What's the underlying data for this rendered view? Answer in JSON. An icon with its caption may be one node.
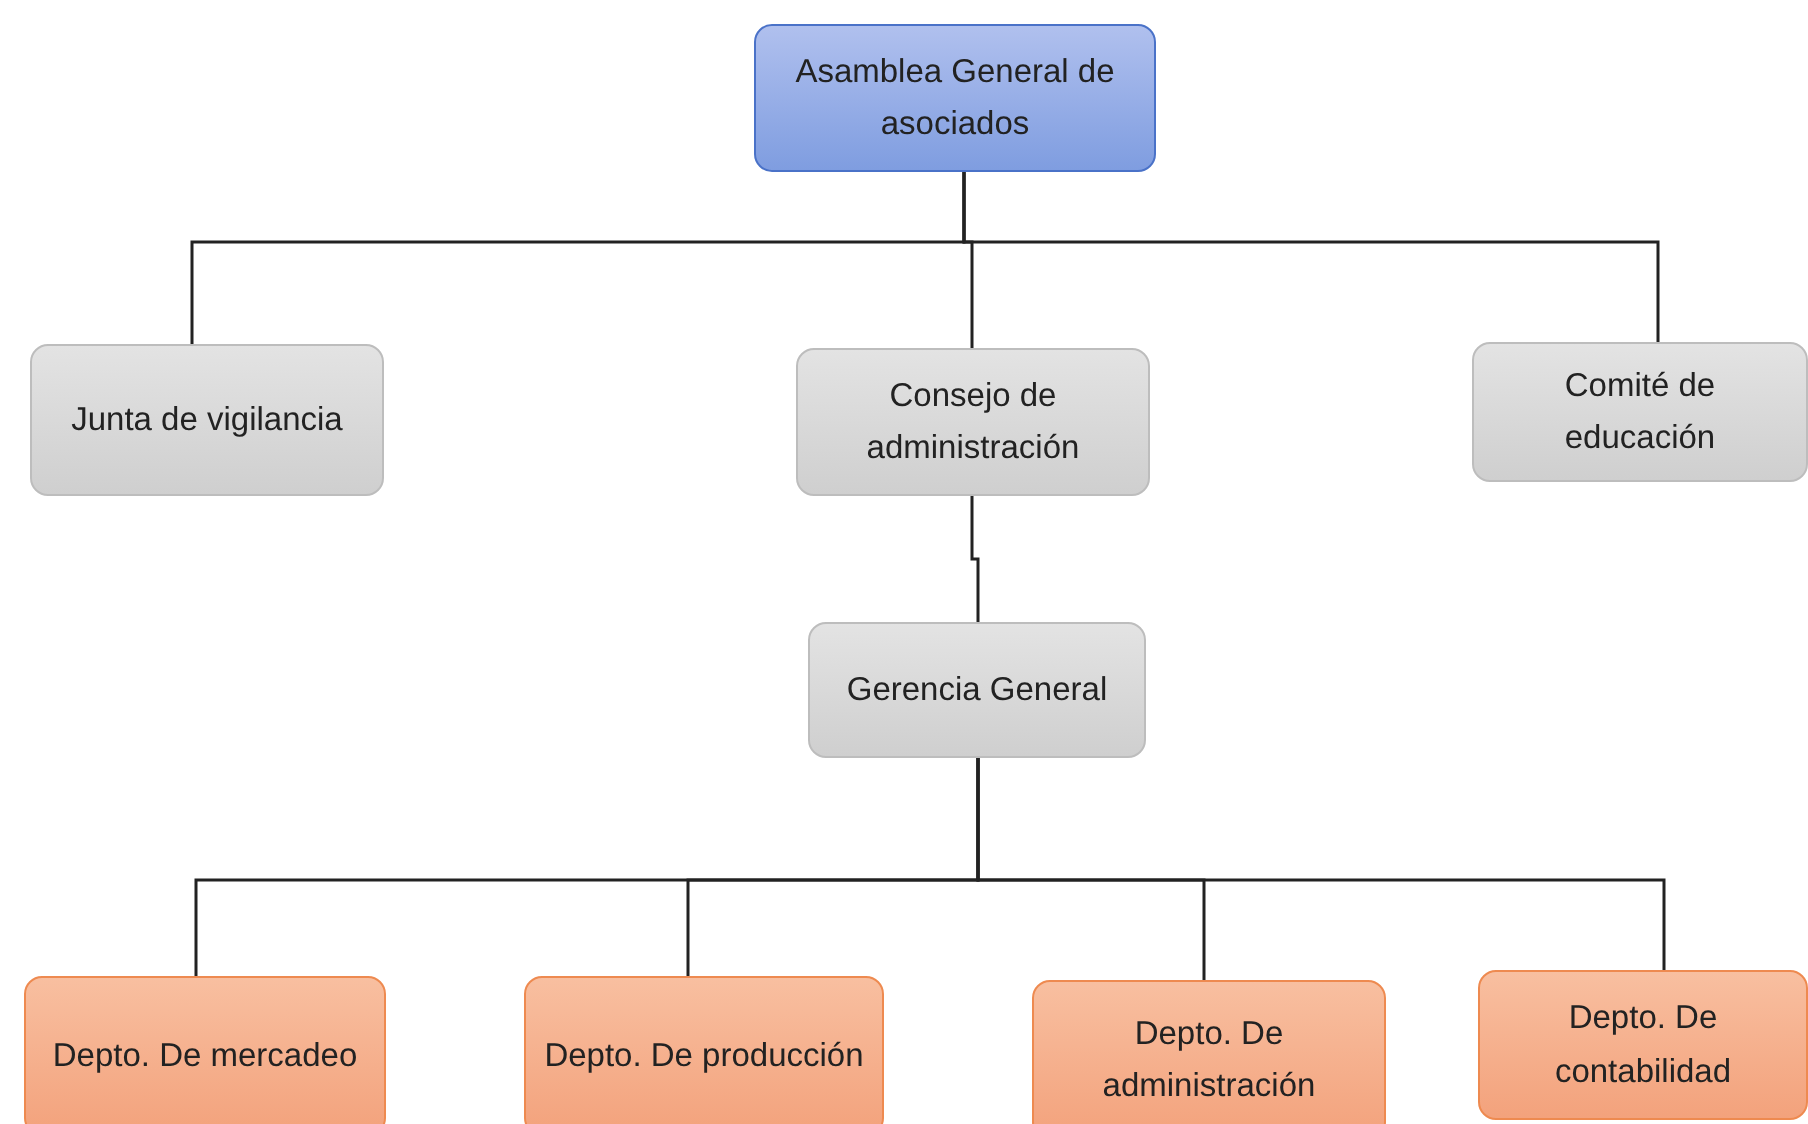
{
  "diagram": {
    "nodes": [
      {
        "text": [
          "Asamblea General de asociados"
        ]
      },
      {
        "text": [
          "Junta de vigilancia"
        ]
      },
      {
        "text": [
          "Consejo de administración"
        ]
      },
      {
        "text": [
          "Comité de educación"
        ]
      },
      {
        "text": [
          "Gerencia General"
        ]
      },
      {
        "text": [
          "Depto. De mercadeo"
        ]
      },
      {
        "text": [
          "Depto. De producción"
        ]
      },
      {
        "text": [
          "Depto. De administración"
        ]
      },
      {
        "text": [
          "Depto. De contabilidad"
        ]
      }
    ],
    "edges": [
      {
        "from": 0,
        "to": 1,
        "arrow": "none"
      },
      {
        "from": 0,
        "to": 2,
        "arrow": "none"
      },
      {
        "from": 0,
        "to": 3,
        "arrow": "none"
      },
      {
        "from": 2,
        "to": 4,
        "arrow": "none"
      },
      {
        "from": 4,
        "to": 5,
        "arrow": "none"
      },
      {
        "from": 4,
        "to": 6,
        "arrow": "none"
      },
      {
        "from": 4,
        "to": 7,
        "arrow": "none"
      },
      {
        "from": 4,
        "to": 8,
        "arrow": "none"
      }
    ]
  }
}
